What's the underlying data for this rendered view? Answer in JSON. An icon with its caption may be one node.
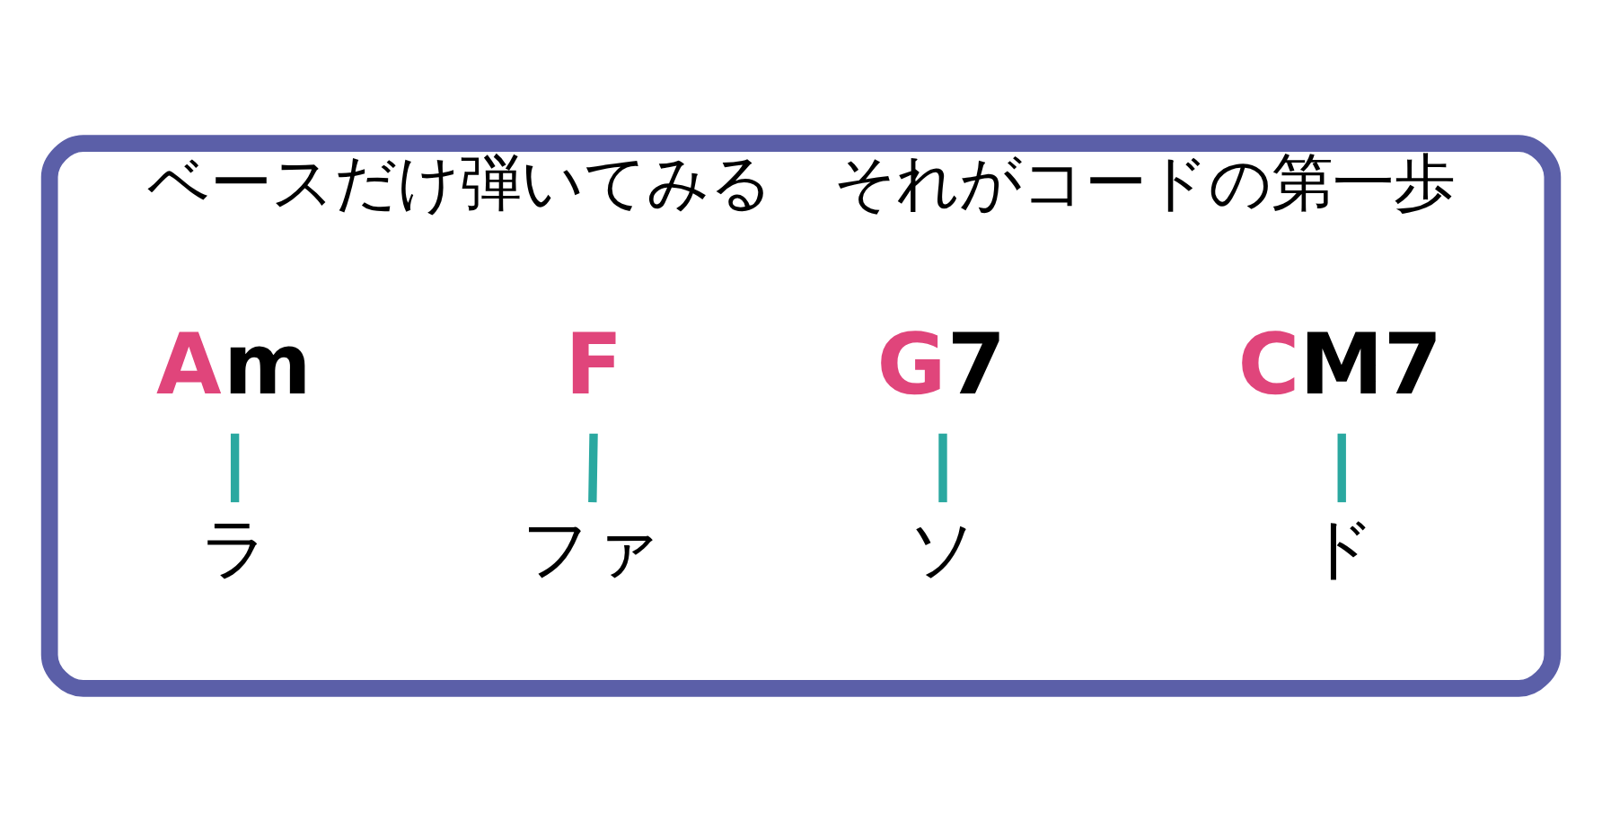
{
  "diagram": {
    "nodes": [
      {
        "text": [
          "ベースだけ弾いてみる　それがコードの第一歩"
        ]
      },
      {
        "text": [
          "Am"
        ],
        "in": 0
      },
      {
        "text": [
          "F"
        ],
        "in": 0
      },
      {
        "text": [
          "G7"
        ],
        "in": 0
      },
      {
        "text": [
          "CM7"
        ],
        "in": 0
      },
      {
        "text": [
          "ラ"
        ],
        "in": 0
      },
      {
        "text": [
          "ファ"
        ],
        "in": 0
      },
      {
        "text": [
          "ソ"
        ],
        "in": 0
      },
      {
        "text": [
          "ド"
        ],
        "in": 0
      }
    ],
    "edges": [
      {
        "from": 1,
        "to": 5,
        "arrow": "none"
      },
      {
        "from": 2,
        "to": 6,
        "arrow": "none"
      },
      {
        "from": 3,
        "to": 7,
        "arrow": "none"
      },
      {
        "from": 4,
        "to": 8,
        "arrow": "none"
      }
    ]
  }
}
